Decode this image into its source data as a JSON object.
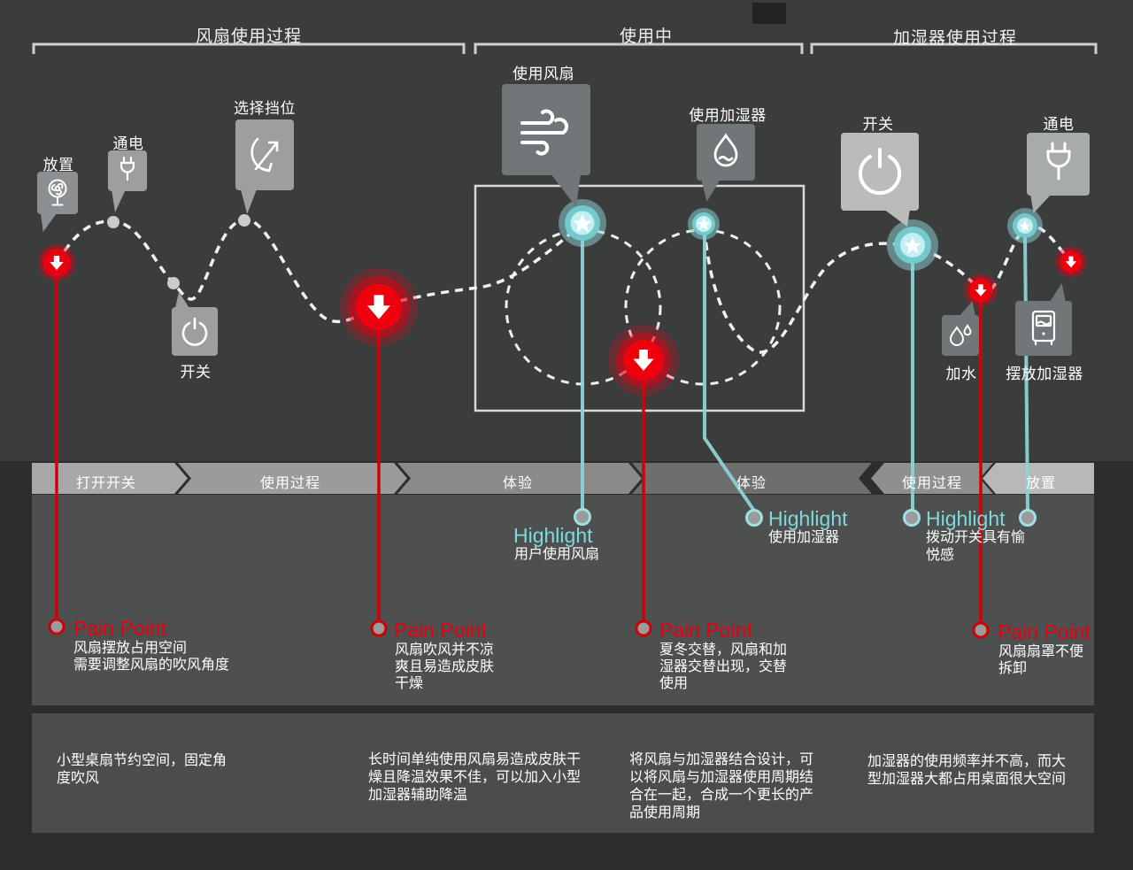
{
  "phases": [
    {
      "label": "风扇使用过程"
    },
    {
      "label": "使用中"
    },
    {
      "label": "加湿器使用过程"
    }
  ],
  "steps": {
    "fangzhi": {
      "label": "放置"
    },
    "tongdian_left": {
      "label": "通电"
    },
    "kaiguan_left": {
      "label": "开关"
    },
    "xuanze_dangwei": {
      "label": "选择挡位"
    },
    "shiyong_fengshan": {
      "label": "使用风扇"
    },
    "shiyong_jiashiqi": {
      "label": "使用加湿器"
    },
    "kaiguan_right": {
      "label": "开关"
    },
    "tongdian_right": {
      "label": "通电"
    },
    "jiashui": {
      "label": "加水"
    },
    "baifang_jiashiqi": {
      "label": "摆放加湿器"
    }
  },
  "band": {
    "segments": [
      {
        "label": "打开开关"
      },
      {
        "label": "使用过程"
      },
      {
        "label": "体验"
      },
      {
        "label": "体验"
      },
      {
        "label": "使用过程"
      },
      {
        "label": "放置"
      }
    ]
  },
  "highlights": [
    {
      "title": "Highlight",
      "text": "用户使用风扇"
    },
    {
      "title": "Highlight",
      "text": "使用加湿器"
    },
    {
      "title": "Highlight",
      "text": "拨动开关具有愉\n悦感"
    }
  ],
  "pain_points": [
    {
      "title": "Pain Point",
      "text": "风扇摆放占用空间\n需要调整风扇的吹风角度"
    },
    {
      "title": "Pain Point",
      "text": "风扇吹风并不凉\n爽且易造成皮肤\n干燥"
    },
    {
      "title": "Pain Point",
      "text": "夏冬交替，风扇和加\n湿器交替出现，交替\n使用"
    },
    {
      "title": "Pain Point",
      "text": "风扇扇罩不便\n拆卸"
    }
  ],
  "insights": [
    {
      "text": "小型桌扇节约空间，固定角\n度吹风"
    },
    {
      "text": "长时间单纯使用风扇易造成皮肤干\n燥且降温效果不佳，可以加入小型\n加湿器辅助降温"
    },
    {
      "text": "将风扇与加湿器结合设计，可\n以将风扇与加湿器使用周期结\n合在一起，合成一个更长的产\n品使用周期"
    },
    {
      "text": "加湿器的使用频率并不高，而大\n型加湿器大都占用桌面很大空间"
    }
  ],
  "colors": {
    "pain_red": "#e60012",
    "highlight_teal": "#7fd9dc",
    "line_teal": "#8ad2d6",
    "line_red": "#d1000a"
  }
}
